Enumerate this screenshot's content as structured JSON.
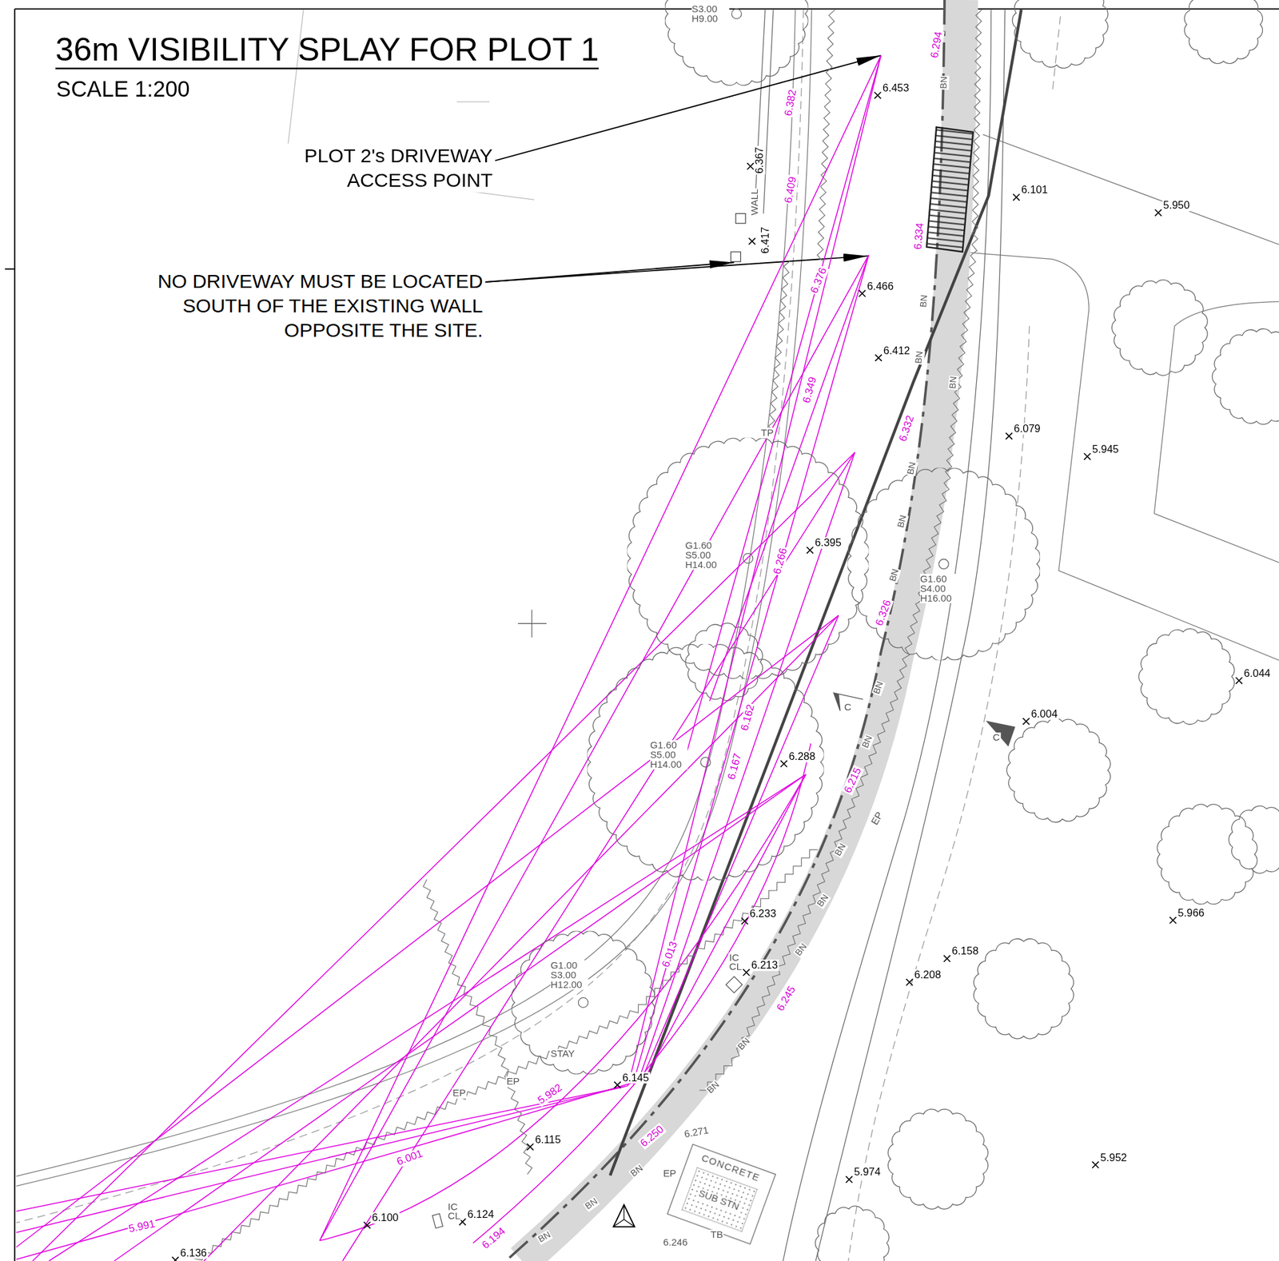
{
  "diagram": {
    "title": "36m VISIBILITY SPLAY FOR PLOT 1",
    "nodes": [
      {
        "text": [
          "S3.00 H9.00"
        ]
      },
      {
        "text": [
          "G1.60 S5.00 H14.00"
        ]
      },
      {
        "text": [
          "G1.60 S4.00 H16.00"
        ]
      },
      {
        "text": [
          "G1.60 S5.00 H14.00"
        ]
      },
      {
        "text": [
          "G1.00 S3.00 H12.00"
        ]
      },
      {
        "text": [
          "CONCRETE",
          "SUB STN"
        ]
      }
    ],
    "edges": [],
    "labels": [
      "SCALE 1:200",
      "PLOT 2's DRIVEWAY ACCESS POINT",
      "NO DRIVEWAY MUST BE LOCATED SOUTH OF THE EXISTING WALL OPPOSITE THE SITE.",
      "6.453",
      "6.367",
      "WALL",
      "6.417",
      "6.466",
      "6.412",
      "6.101",
      "5.950",
      "6.079",
      "5.945",
      "6.395",
      "6.288",
      "6.004",
      "6.044",
      "6.233",
      "IC",
      "CL",
      "6.213",
      "6.158",
      "6.208",
      "5.966",
      "6.145",
      "6.115",
      "6.100",
      "IC",
      "CL",
      "6.124",
      "5.974",
      "5.952",
      "6.246",
      "TB",
      "6.136",
      "6.294",
      "6.382",
      "6.409",
      "6.376",
      "6.334",
      "6.349",
      "6.332",
      "6.266",
      "6.326",
      "6.162",
      "6.167",
      "6.215",
      "6.013",
      "6.245",
      "5.982",
      "6.250",
      "6.001",
      "5.991",
      "6.194",
      "6.271",
      "TP",
      "EP",
      "EP",
      "EP",
      "STAY",
      "EP",
      "C",
      "C",
      "BN",
      "BN",
      "BN",
      "BN",
      "BN",
      "BN",
      "BN",
      "BN",
      "BN",
      "BN",
      "BN",
      "BN",
      "BN",
      "BN",
      "BN",
      "BN",
      "BN"
    ]
  }
}
